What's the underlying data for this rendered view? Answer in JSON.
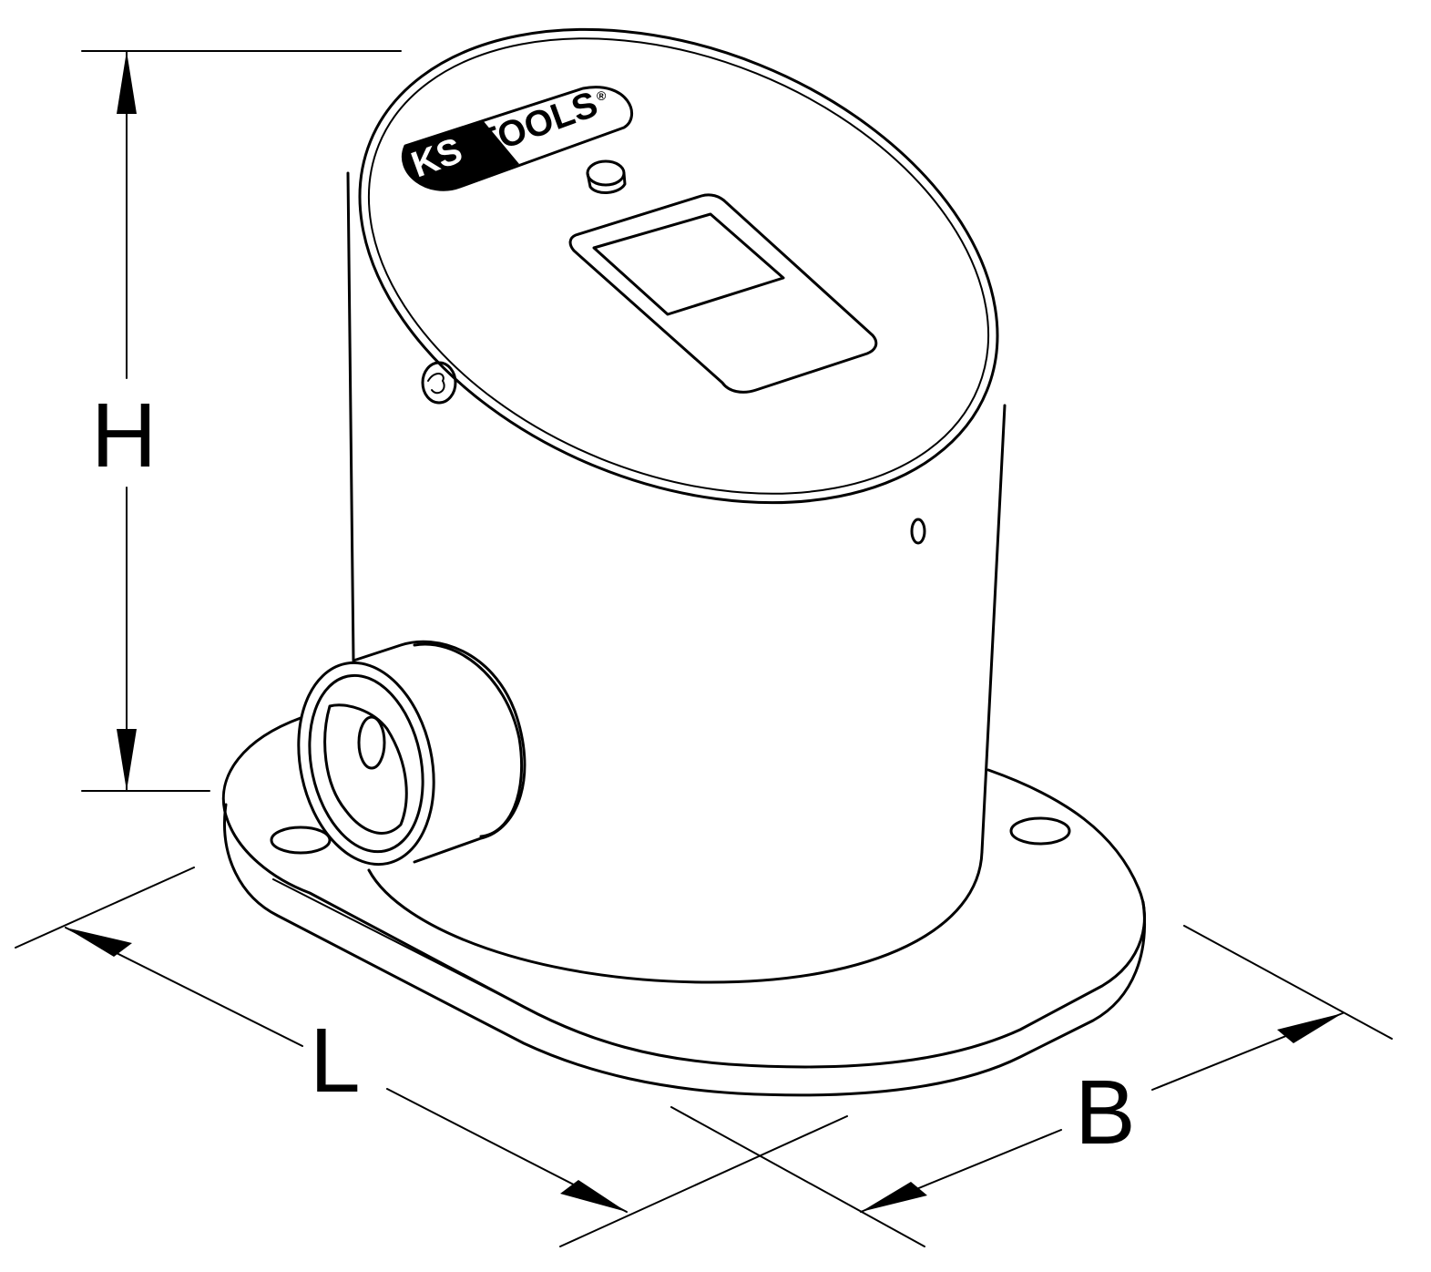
{
  "logo": {
    "part1": "KS",
    "part2": "TOOLS",
    "registered": "®"
  },
  "dimensions": {
    "height": "H",
    "length": "L",
    "width": "B"
  },
  "colors": {
    "line": "#000000",
    "background": "#ffffff"
  }
}
